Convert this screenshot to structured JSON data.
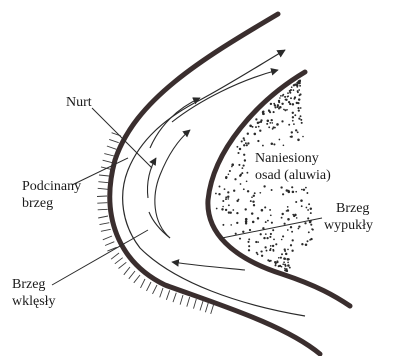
{
  "labels": {
    "current": "Nurt",
    "undercut_l1": "Podcinany",
    "undercut_l2": "brzeg",
    "concave_l1": "Brzeg",
    "concave_l2": "wklęsły",
    "deposit_l1": "Naniesiony",
    "deposit_l2": "osad (aluwia)",
    "convex_l1": "Brzeg",
    "convex_l2": "wypukły"
  },
  "colors": {
    "ink": "#2a2a2a",
    "bank": "#3a2e2e",
    "background": "#ffffff"
  }
}
